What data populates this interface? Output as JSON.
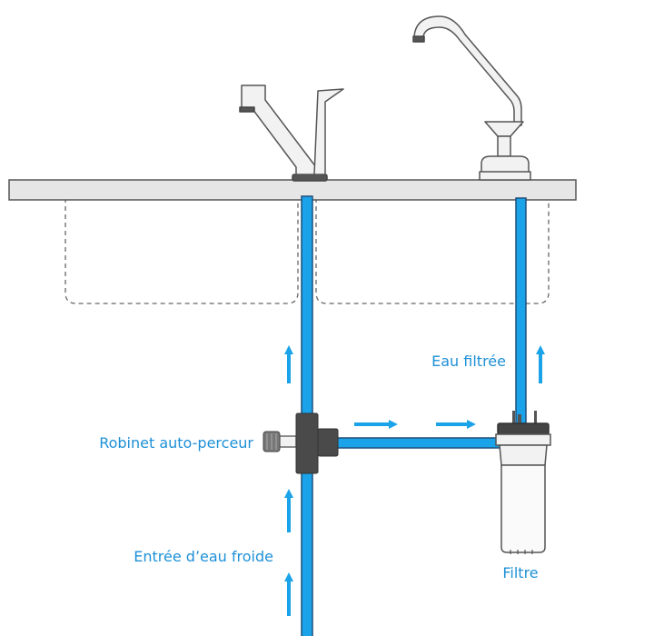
{
  "labels": {
    "tap": "Robinet auto-perceur",
    "inlet": "Entrée d’eau froide",
    "filtered": "Eau filtrée",
    "filter": "Filtre"
  },
  "colors": {
    "water": "#1aa3e8",
    "pipe_outline": "#1f4f7a",
    "outline": "#555555",
    "counter_fill": "#e6e6e6",
    "label": "#1e90d6",
    "dark": "#555555"
  },
  "icons": [
    "kitchen-faucet-icon",
    "filter-faucet-icon",
    "tee-valve-icon",
    "filter-cartridge-icon",
    "flow-arrow-icon"
  ]
}
